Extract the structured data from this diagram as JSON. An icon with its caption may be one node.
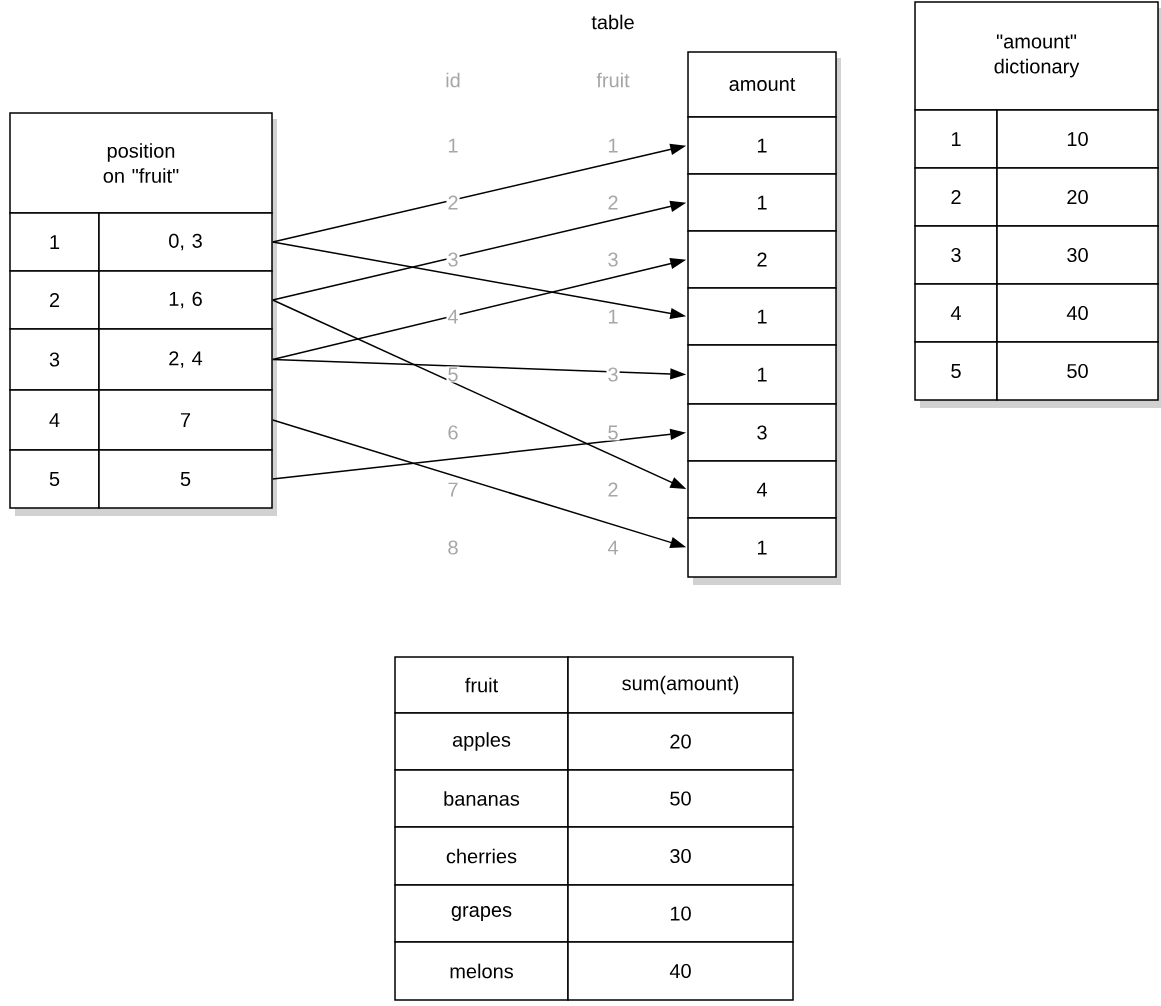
{
  "diagram": {
    "nodes": [
      {
        "text": [
          "position on \"fruit\""
        ]
      },
      {
        "text": [
          "1"
        ]
      },
      {
        "text": [
          "0, 3"
        ]
      },
      {
        "text": [
          "2"
        ]
      },
      {
        "text": [
          "1, 6"
        ]
      },
      {
        "text": [
          "3"
        ]
      },
      {
        "text": [
          "2, 4"
        ]
      },
      {
        "text": [
          "4"
        ]
      },
      {
        "text": [
          "7"
        ]
      },
      {
        "text": [
          "5"
        ]
      },
      {
        "text": [
          "5"
        ]
      },
      {
        "text": [
          "amount"
        ]
      },
      {
        "text": [
          "1"
        ]
      },
      {
        "text": [
          "1"
        ]
      },
      {
        "text": [
          "2"
        ]
      },
      {
        "text": [
          "1"
        ]
      },
      {
        "text": [
          "1"
        ]
      },
      {
        "text": [
          "3"
        ]
      },
      {
        "text": [
          "4"
        ]
      },
      {
        "text": [
          "1"
        ]
      },
      {
        "text": [
          "\"amount\" dictionary"
        ]
      },
      {
        "text": [
          "1"
        ]
      },
      {
        "text": [
          "10"
        ]
      },
      {
        "text": [
          "2"
        ]
      },
      {
        "text": [
          "20"
        ]
      },
      {
        "text": [
          "3"
        ]
      },
      {
        "text": [
          "30"
        ]
      },
      {
        "text": [
          "4"
        ]
      },
      {
        "text": [
          "40"
        ]
      },
      {
        "text": [
          "5"
        ]
      },
      {
        "text": [
          "50"
        ]
      },
      {
        "text": [
          "fruit"
        ]
      },
      {
        "text": [
          "sum(amount)"
        ]
      },
      {
        "text": [
          "apples"
        ]
      },
      {
        "text": [
          "20"
        ]
      },
      {
        "text": [
          "bananas"
        ]
      },
      {
        "text": [
          "50"
        ]
      },
      {
        "text": [
          "cherries"
        ]
      },
      {
        "text": [
          "30"
        ]
      },
      {
        "text": [
          "grapes"
        ]
      },
      {
        "text": [
          "10"
        ]
      },
      {
        "text": [
          "melons"
        ]
      },
      {
        "text": [
          "40"
        ]
      }
    ],
    "edges": [
      {
        "from": 2,
        "to": 12,
        "arrow": "to"
      },
      {
        "from": 2,
        "to": 15,
        "arrow": "to"
      },
      {
        "from": 4,
        "to": 13,
        "arrow": "to"
      },
      {
        "from": 4,
        "to": 18,
        "arrow": "to"
      },
      {
        "from": 6,
        "to": 14,
        "arrow": "to"
      },
      {
        "from": 6,
        "to": 16,
        "arrow": "to"
      },
      {
        "from": 8,
        "to": 19,
        "arrow": "to"
      },
      {
        "from": 10,
        "to": 17,
        "arrow": "to"
      }
    ],
    "labels": [
      "table",
      "id",
      "fruit",
      "1",
      "1",
      "2",
      "2",
      "3",
      "3",
      "4",
      "1",
      "5",
      "3",
      "6",
      "5",
      "7",
      "2",
      "8",
      "4"
    ]
  }
}
